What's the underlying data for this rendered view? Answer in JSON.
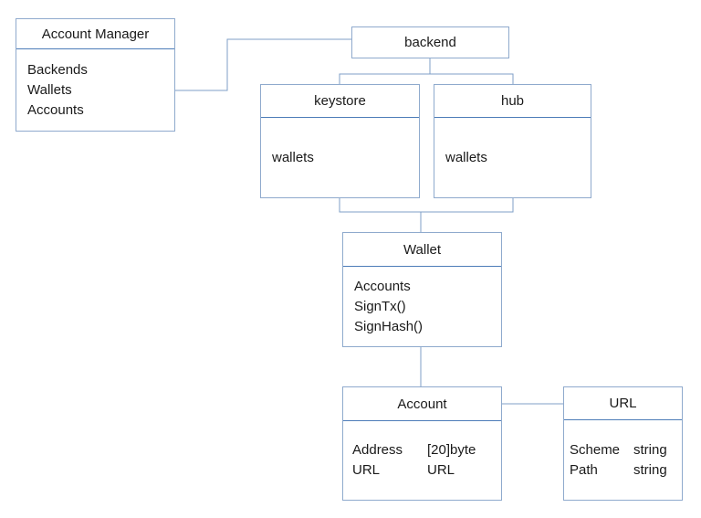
{
  "diagram": {
    "type": "class-diagram",
    "boxes": {
      "account_manager": {
        "title": "Account Manager",
        "members": [
          "Backends",
          "Wallets",
          "Accounts"
        ]
      },
      "backend": {
        "title": "backend"
      },
      "keystore": {
        "title": "keystore",
        "members": [
          "wallets"
        ]
      },
      "hub": {
        "title": "hub",
        "members": [
          "wallets"
        ]
      },
      "wallet": {
        "title": "Wallet",
        "members": [
          "Accounts",
          "SignTx()",
          "SignHash()"
        ]
      },
      "account": {
        "title": "Account",
        "fields": [
          {
            "name": "Address",
            "type": "[20]byte"
          },
          {
            "name": "URL",
            "type": "URL"
          }
        ]
      },
      "url": {
        "title": "URL",
        "fields": [
          {
            "name": "Scheme",
            "type": "string"
          },
          {
            "name": "Path",
            "type": "string"
          }
        ]
      }
    },
    "colors": {
      "box_border": "#8faacd",
      "divider": "#4d7cb8",
      "connector": "#7f9fc7",
      "text": "#1a1a1a",
      "background": "#ffffff"
    }
  }
}
